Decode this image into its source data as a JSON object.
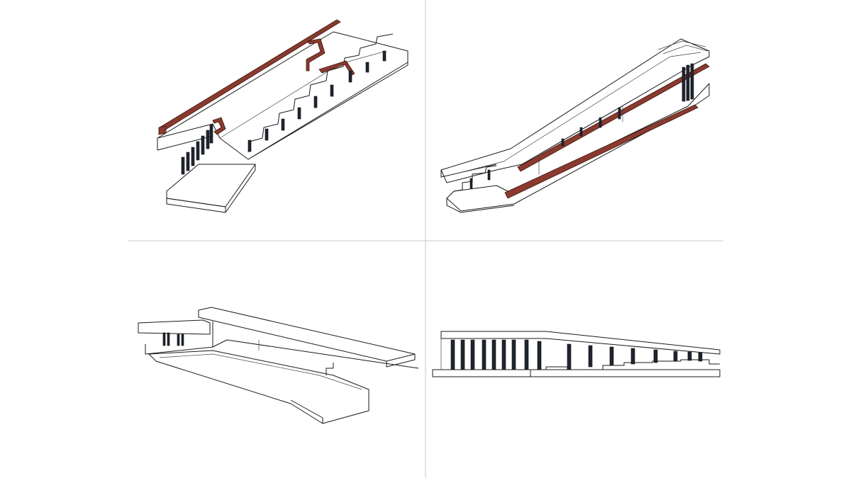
{
  "drawing_sheet": {
    "background_color": "#ffffff",
    "divider_color": "#c8c8c8",
    "railing_color": "#8a3a2e",
    "column_color": "#20242e",
    "views": [
      {
        "id": "axonometric-with-railing-top-left",
        "type": "isometric"
      },
      {
        "id": "axonometric-with-railing-top-right",
        "type": "isometric"
      },
      {
        "id": "axonometric-wireframe-bottom-left",
        "type": "isometric"
      },
      {
        "id": "side-elevation-bottom-right",
        "type": "elevation"
      }
    ]
  }
}
